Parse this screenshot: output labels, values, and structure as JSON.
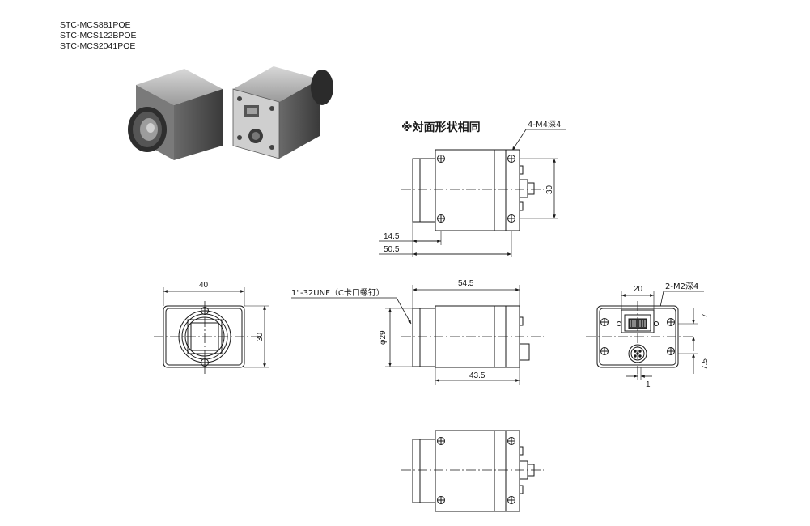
{
  "models": [
    "STC-MCS881POE",
    "STC-MCS122BPOE",
    "STC-MCS2041POE"
  ],
  "notes": {
    "symmetric": "※対面形状相同",
    "m4_holes": "4-M4深4",
    "lens_mount": "1\"-32UNF（C卡口螺钉）",
    "m2_holes": "2-M2深4"
  },
  "dimensions": {
    "side_top_30": "30",
    "side_top_14_5": "14.5",
    "side_top_50_5": "50.5",
    "front_width_40": "40",
    "front_height_30": "30",
    "side_length_54_5": "54.5",
    "side_diameter": "φ29",
    "side_body_43_5": "43.5",
    "rear_width_20": "20",
    "rear_top_7": "7",
    "rear_bottom_7_5": "7.5",
    "rear_offset_1": "1"
  },
  "colors": {
    "line": "#1a1a1a",
    "body_fill": "#f7f7f7",
    "photo_dark": "#3c3c3c",
    "photo_mid": "#8a8a8a",
    "photo_light": "#c9c9c9"
  }
}
